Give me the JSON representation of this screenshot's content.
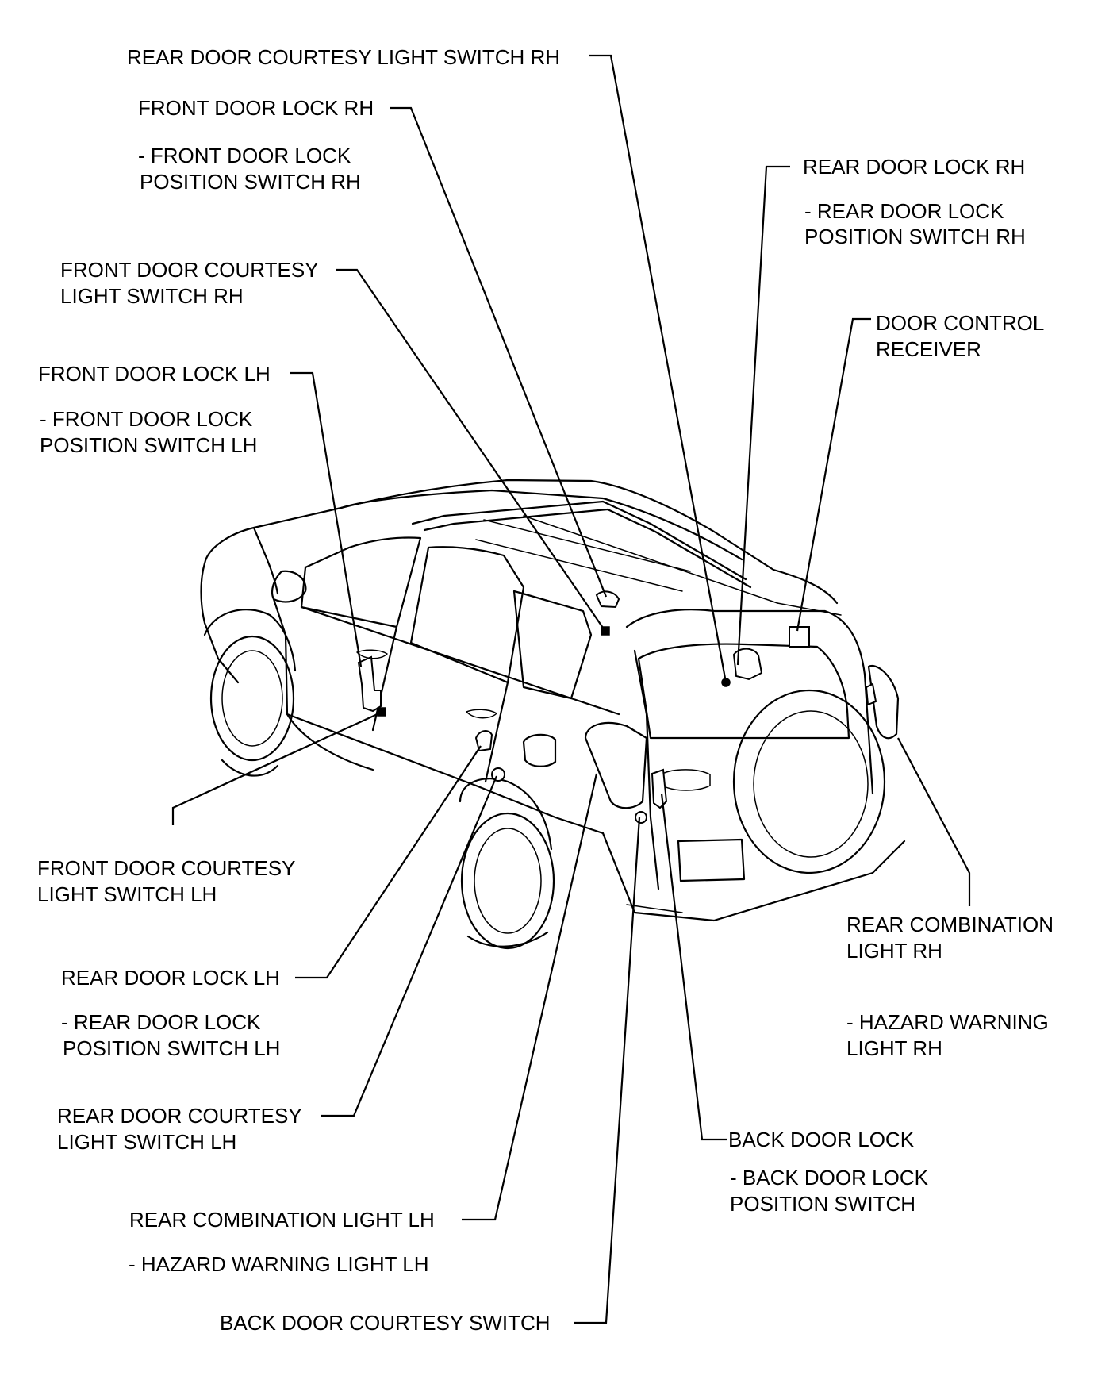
{
  "labels": {
    "rear_door_courtesy_rh": "REAR DOOR COURTESY LIGHT SWITCH RH",
    "front_door_lock_rh": "FRONT DOOR LOCK RH",
    "front_door_lock_rh_sub1": "- FRONT DOOR LOCK",
    "front_door_lock_rh_sub2": "POSITION SWITCH RH",
    "front_door_courtesy_rh_1": "FRONT DOOR COURTESY",
    "front_door_courtesy_rh_2": "LIGHT SWITCH RH",
    "front_door_lock_lh": "FRONT DOOR LOCK LH",
    "front_door_lock_lh_sub1": "- FRONT DOOR LOCK",
    "front_door_lock_lh_sub2": "POSITION SWITCH LH",
    "rear_door_lock_rh": "REAR DOOR LOCK RH",
    "rear_door_lock_rh_sub1": "- REAR DOOR LOCK",
    "rear_door_lock_rh_sub2": "POSITION SWITCH RH",
    "door_control_receiver_1": "DOOR CONTROL",
    "door_control_receiver_2": "RECEIVER",
    "front_door_courtesy_lh_1": "FRONT DOOR COURTESY",
    "front_door_courtesy_lh_2": "LIGHT SWITCH LH",
    "rear_door_lock_lh": "REAR DOOR LOCK LH",
    "rear_door_lock_lh_sub1": "- REAR DOOR LOCK",
    "rear_door_lock_lh_sub2": "POSITION SWITCH LH",
    "rear_door_courtesy_lh_1": "REAR DOOR COURTESY",
    "rear_door_courtesy_lh_2": "LIGHT SWITCH LH",
    "rear_combination_lh": "REAR COMBINATION LIGHT LH",
    "rear_combination_lh_sub": "- HAZARD WARNING LIGHT LH",
    "back_door_courtesy": "BACK DOOR COURTESY SWITCH",
    "rear_combination_rh_1": "REAR COMBINATION",
    "rear_combination_rh_2": "LIGHT RH",
    "rear_combination_rh_sub1": "- HAZARD WARNING",
    "rear_combination_rh_sub2": "LIGHT RH",
    "back_door_lock": "BACK DOOR LOCK",
    "back_door_lock_sub1": "- BACK DOOR LOCK",
    "back_door_lock_sub2": "POSITION SWITCH"
  }
}
